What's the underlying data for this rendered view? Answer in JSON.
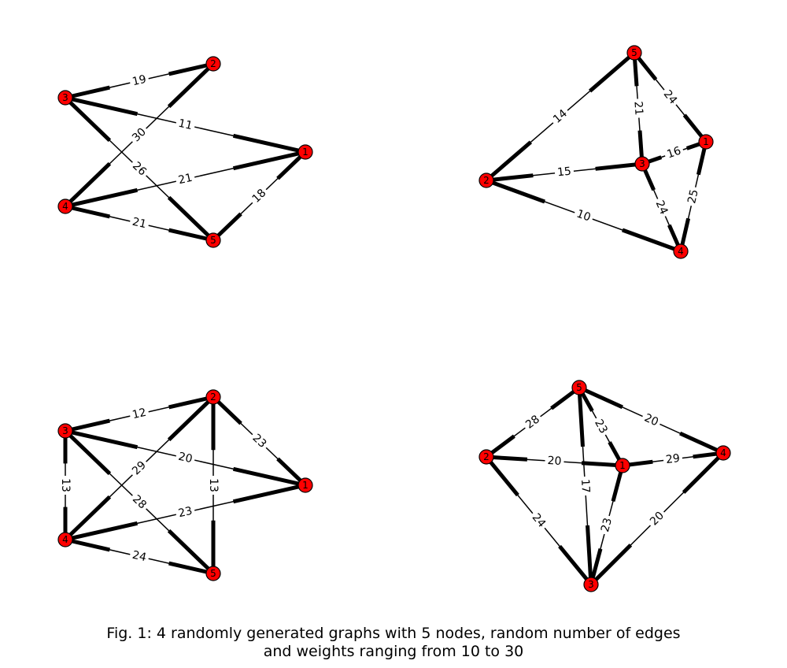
{
  "caption": {
    "line1": "Fig. 1: 4 randomly generated graphs with 5 nodes, random number of edges",
    "line2": "and weights ranging from 10 to 30"
  },
  "colors": {
    "node_fill": "#ff0000",
    "edge": "#000000",
    "background": "#ffffff"
  },
  "graphs": [
    {
      "id": "graph-1",
      "nodes": [
        "1",
        "2",
        "3",
        "4",
        "5"
      ],
      "edges": [
        {
          "source": "3",
          "target": "2",
          "weight": "19"
        },
        {
          "source": "3",
          "target": "1",
          "weight": "11"
        },
        {
          "source": "3",
          "target": "5",
          "weight": "26"
        },
        {
          "source": "4",
          "target": "2",
          "weight": "30"
        },
        {
          "source": "4",
          "target": "1",
          "weight": "21"
        },
        {
          "source": "4",
          "target": "5",
          "weight": "21"
        },
        {
          "source": "5",
          "target": "1",
          "weight": "18"
        }
      ]
    },
    {
      "id": "graph-2",
      "nodes": [
        "1",
        "2",
        "3",
        "4",
        "5"
      ],
      "edges": [
        {
          "source": "2",
          "target": "5",
          "weight": "14"
        },
        {
          "source": "5",
          "target": "1",
          "weight": "24"
        },
        {
          "source": "5",
          "target": "3",
          "weight": "21"
        },
        {
          "source": "2",
          "target": "3",
          "weight": "15"
        },
        {
          "source": "3",
          "target": "1",
          "weight": "16"
        },
        {
          "source": "3",
          "target": "4",
          "weight": "24"
        },
        {
          "source": "1",
          "target": "4",
          "weight": "25"
        },
        {
          "source": "2",
          "target": "4",
          "weight": "10"
        }
      ]
    },
    {
      "id": "graph-3",
      "nodes": [
        "1",
        "2",
        "3",
        "4",
        "5"
      ],
      "edges": [
        {
          "source": "3",
          "target": "2",
          "weight": "12"
        },
        {
          "source": "2",
          "target": "1",
          "weight": "23"
        },
        {
          "source": "3",
          "target": "1",
          "weight": "20"
        },
        {
          "source": "4",
          "target": "2",
          "weight": "29"
        },
        {
          "source": "2",
          "target": "5",
          "weight": "13"
        },
        {
          "source": "3",
          "target": "4",
          "weight": "13"
        },
        {
          "source": "3",
          "target": "5",
          "weight": "28"
        },
        {
          "source": "4",
          "target": "1",
          "weight": "23"
        },
        {
          "source": "4",
          "target": "5",
          "weight": "24"
        }
      ]
    },
    {
      "id": "graph-4",
      "nodes": [
        "1",
        "2",
        "3",
        "4",
        "5"
      ],
      "edges": [
        {
          "source": "2",
          "target": "5",
          "weight": "28"
        },
        {
          "source": "5",
          "target": "4",
          "weight": "20"
        },
        {
          "source": "5",
          "target": "1",
          "weight": "23"
        },
        {
          "source": "2",
          "target": "1",
          "weight": "20"
        },
        {
          "source": "1",
          "target": "4",
          "weight": "29"
        },
        {
          "source": "5",
          "target": "3",
          "weight": "17"
        },
        {
          "source": "2",
          "target": "3",
          "weight": "24"
        },
        {
          "source": "1",
          "target": "3",
          "weight": "23"
        },
        {
          "source": "3",
          "target": "4",
          "weight": "20"
        }
      ]
    }
  ]
}
